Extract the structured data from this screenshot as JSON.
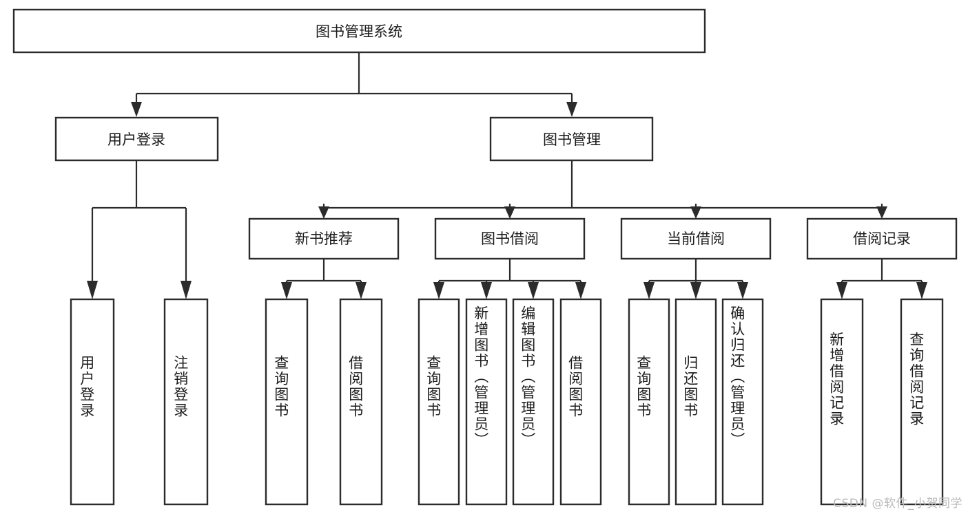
{
  "diagram": {
    "type": "tree-hierarchy-flowchart",
    "title": "图书管理系统",
    "watermark": "CSDN @软件_小贺同学",
    "colors": {
      "box_fill": "#ffffff",
      "box_stroke": "#2b2b2b",
      "connector": "#2b2b2b",
      "text": "#1b1b1b",
      "watermark": "#b9b9b9",
      "background": "#ffffff"
    },
    "levels": [
      {
        "level": 1,
        "nodes": [
          {
            "id": "root",
            "label": "图书管理系统",
            "orientation": "horizontal"
          }
        ]
      },
      {
        "level": 2,
        "nodes": [
          {
            "id": "user-login",
            "label": "用户登录",
            "orientation": "horizontal",
            "parent": "root"
          },
          {
            "id": "book-manage",
            "label": "图书管理",
            "orientation": "horizontal",
            "parent": "root"
          }
        ]
      },
      {
        "level": 3,
        "nodes": [
          {
            "id": "new-book-recommend",
            "label": "新书推荐",
            "orientation": "horizontal",
            "parent": "book-manage"
          },
          {
            "id": "book-borrow",
            "label": "图书借阅",
            "orientation": "horizontal",
            "parent": "book-manage"
          },
          {
            "id": "current-borrow",
            "label": "当前借阅",
            "orientation": "horizontal",
            "parent": "book-manage"
          },
          {
            "id": "borrow-record",
            "label": "借阅记录",
            "orientation": "horizontal",
            "parent": "book-manage"
          }
        ]
      },
      {
        "level": 4,
        "nodes": [
          {
            "id": "leaf-user-login",
            "label": "用户登录",
            "orientation": "vertical",
            "parent": "user-login"
          },
          {
            "id": "leaf-user-logout",
            "label": "注销登录",
            "orientation": "vertical",
            "parent": "user-login"
          },
          {
            "id": "leaf-query-book-1",
            "label": "查询图书",
            "orientation": "vertical",
            "parent": "new-book-recommend"
          },
          {
            "id": "leaf-borrow-book-1",
            "label": "借阅图书",
            "orientation": "vertical",
            "parent": "new-book-recommend"
          },
          {
            "id": "leaf-query-book-2",
            "label": "查询图书",
            "orientation": "vertical",
            "parent": "book-borrow"
          },
          {
            "id": "leaf-add-book",
            "label": "新增图书（管理员）",
            "orientation": "vertical",
            "parent": "book-borrow"
          },
          {
            "id": "leaf-edit-book",
            "label": "编辑图书（管理员）",
            "orientation": "vertical",
            "parent": "book-borrow"
          },
          {
            "id": "leaf-borrow-book-2",
            "label": "借阅图书",
            "orientation": "vertical",
            "parent": "book-borrow"
          },
          {
            "id": "leaf-query-book-3",
            "label": "查询图书",
            "orientation": "vertical",
            "parent": "current-borrow"
          },
          {
            "id": "leaf-return-book",
            "label": "归还图书",
            "orientation": "vertical",
            "parent": "current-borrow"
          },
          {
            "id": "leaf-confirm-return",
            "label": "确认归还（管理员）",
            "orientation": "vertical",
            "parent": "current-borrow"
          },
          {
            "id": "leaf-add-record",
            "label": "新增借阅记录",
            "orientation": "vertical",
            "parent": "borrow-record"
          },
          {
            "id": "leaf-query-record",
            "label": "查询借阅记录",
            "orientation": "vertical",
            "parent": "borrow-record"
          }
        ]
      }
    ]
  }
}
